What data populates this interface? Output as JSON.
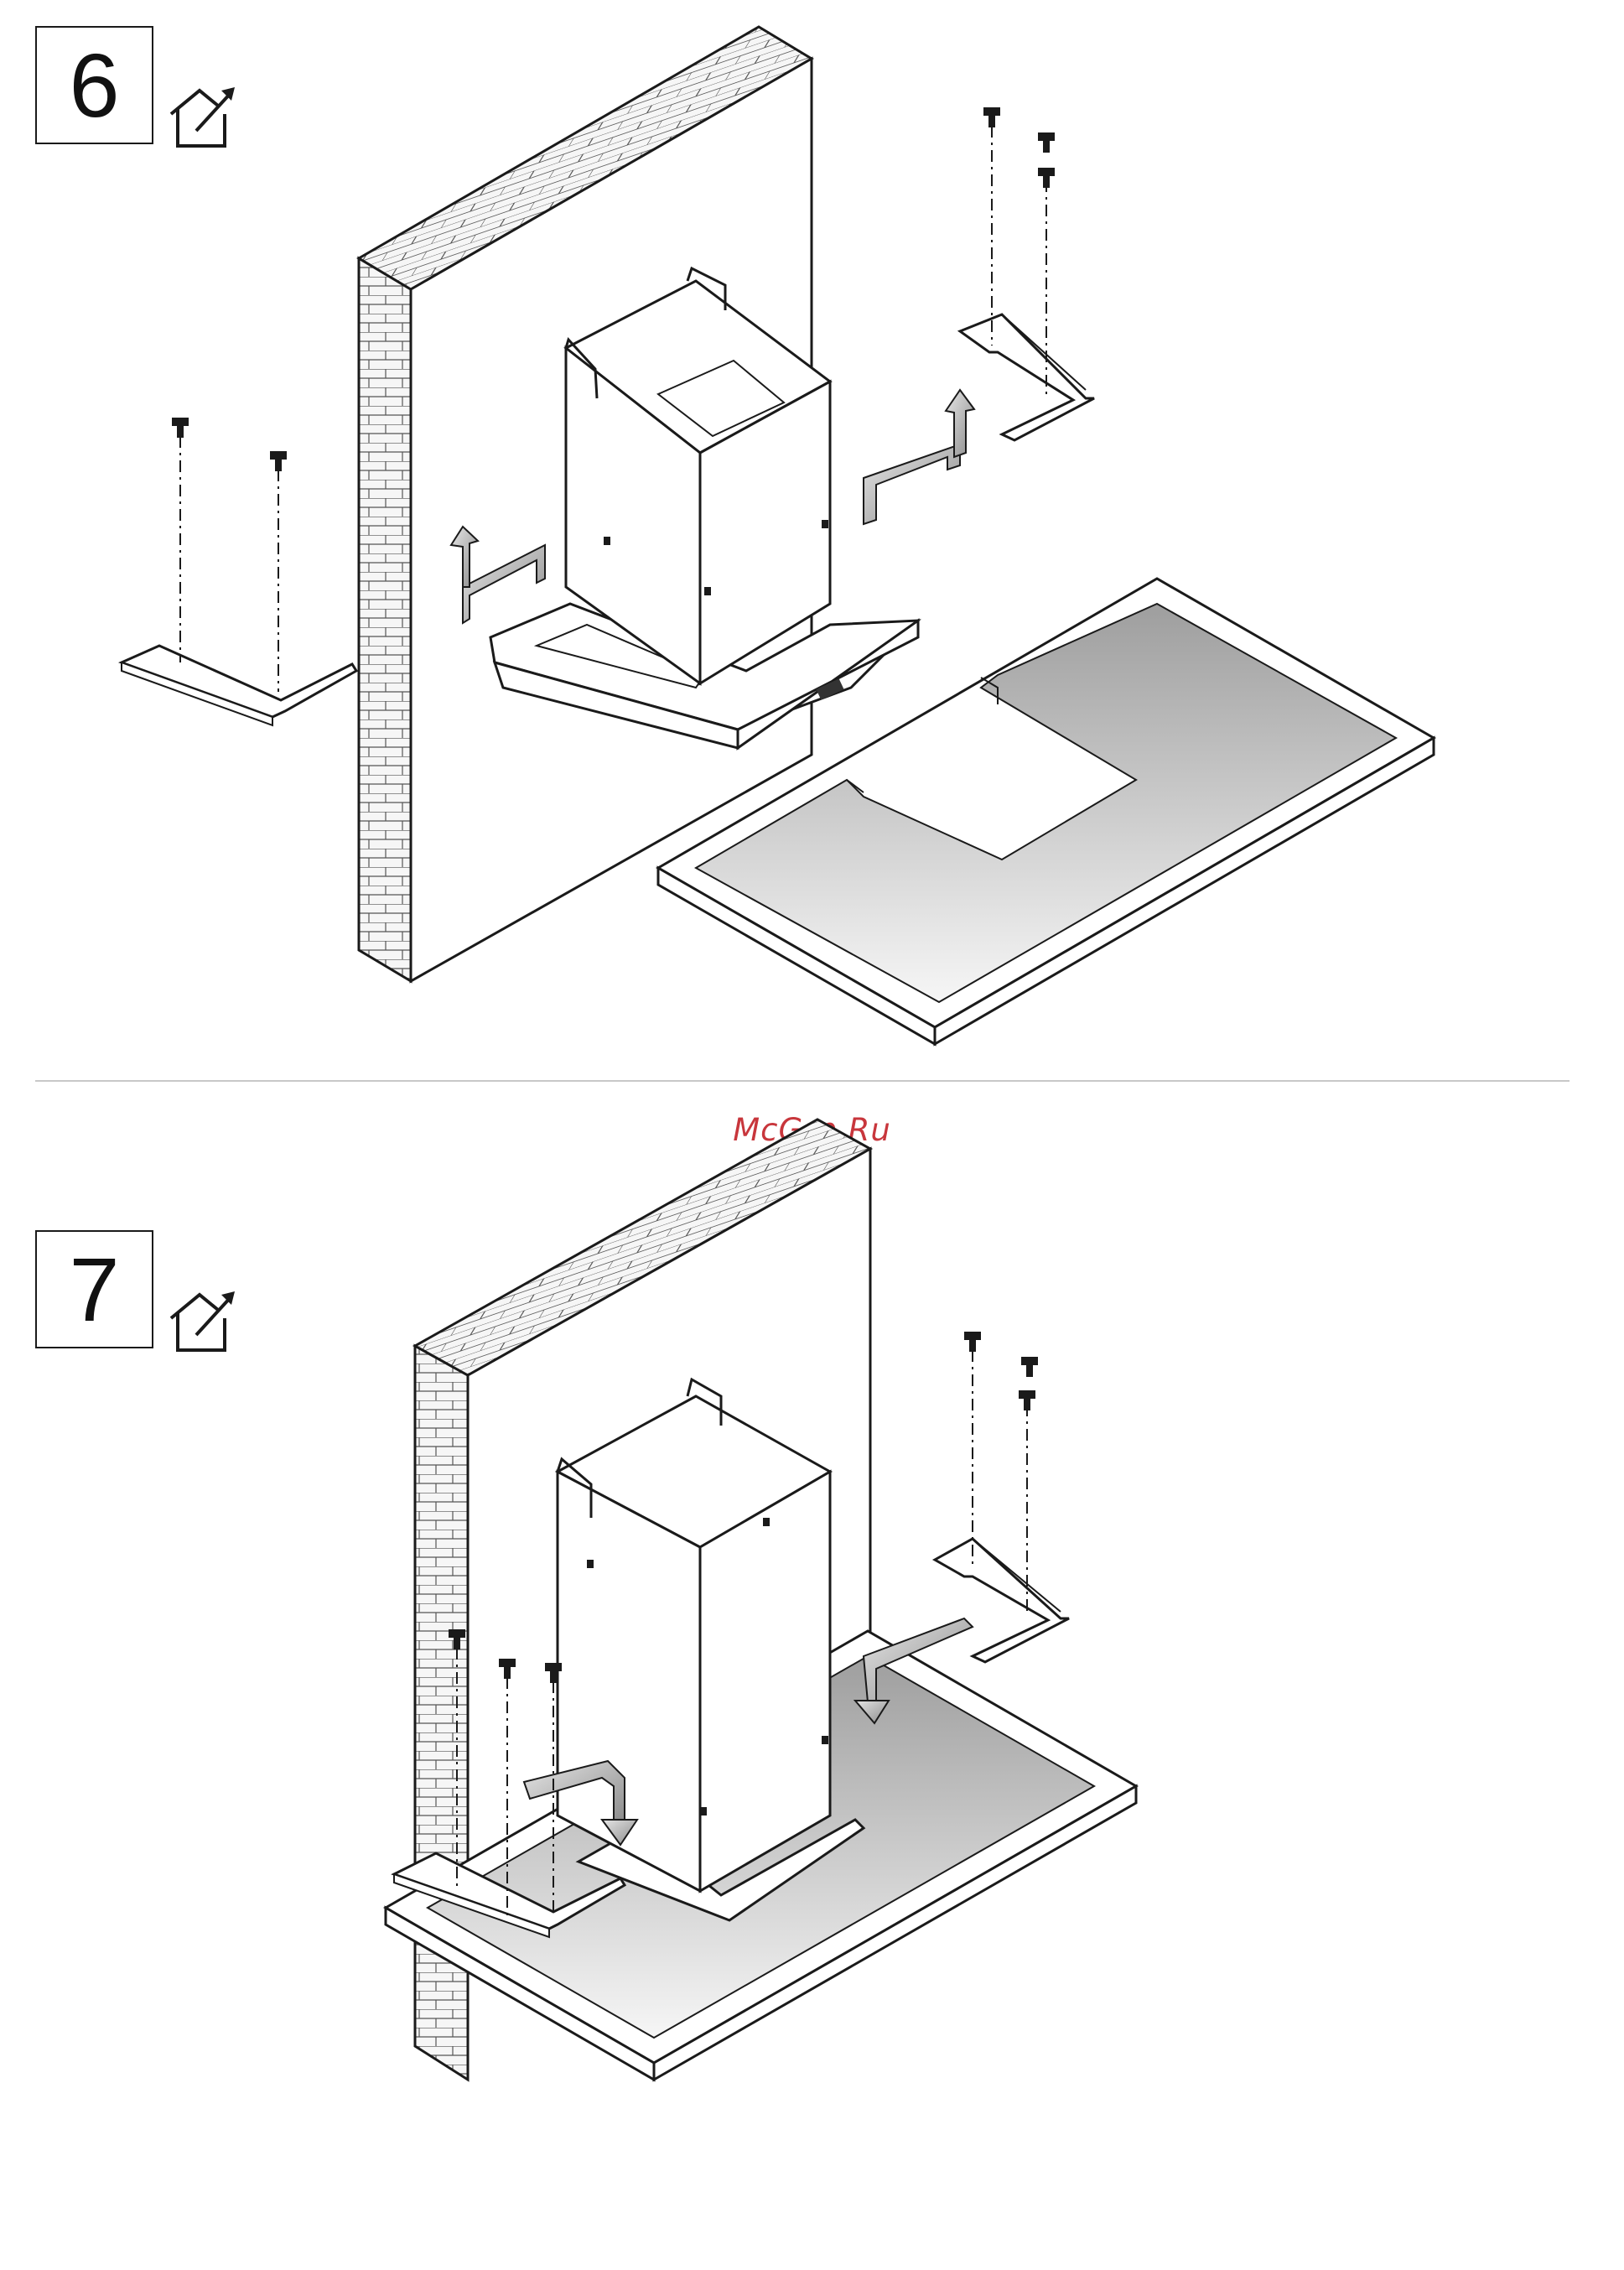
{
  "steps": [
    {
      "number": "6",
      "icon": "house-install-icon"
    },
    {
      "number": "7",
      "icon": "house-install-icon"
    }
  ],
  "watermark": "McGrp.Ru",
  "colors": {
    "line": "#1a1a1a",
    "wall_brick": "#f6f6f6",
    "counter_fill_dark": "#a9a9a9",
    "counter_fill_light": "#f4f4f4",
    "arrow_fill": "#bdbdbd",
    "divider": "#c8c8c8",
    "watermark": "#c8363c"
  }
}
